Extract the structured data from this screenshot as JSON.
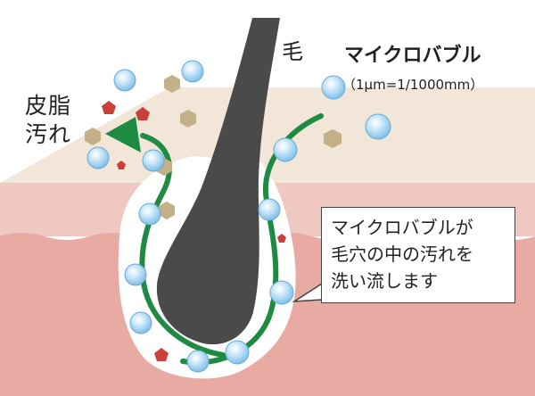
{
  "labels": {
    "hair": "毛",
    "sebum_line1": "皮脂",
    "sebum_line2": "汚れ",
    "title": "マイクロバブル",
    "subtitle": "（1μm=1/1000mm）"
  },
  "callout": {
    "lines": [
      "マイクロバブルが",
      "毛穴の中の汚れを",
      "洗い流します"
    ]
  },
  "colors": {
    "skin_surface": "#f1e6d8",
    "skin_upper": "#eec2bc",
    "skin_lower": "#e8aba4",
    "hair": "#4a4a4a",
    "flow_arrow": "#1e8a42",
    "bubble": "#9fd0ef",
    "dirt": "#c2b089",
    "sebum": "#c9413a"
  }
}
